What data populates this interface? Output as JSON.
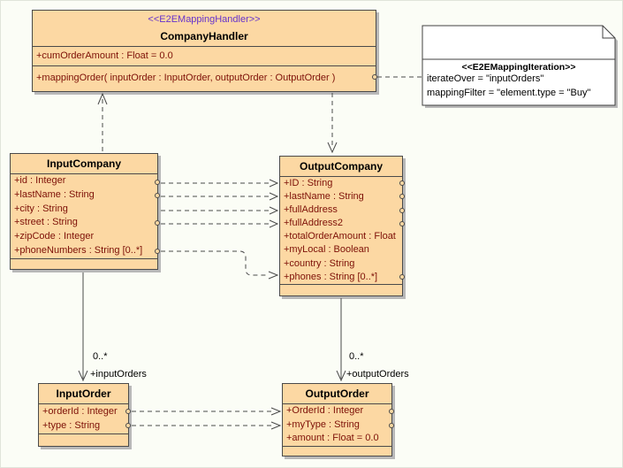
{
  "palette": {
    "background": "#fbfdf6",
    "class_fill": "#fcd8a3",
    "class_border": "#4a4a4a",
    "attribute_text": "#7d1007",
    "stereotype_text": "#6633cc",
    "connector": "#4a4a4a",
    "shadow": "#b8b8b8",
    "note_fill": "#ffffff"
  },
  "classes": {
    "companyHandler": {
      "stereotype": "<<E2EMappingHandler>>",
      "name": "CompanyHandler",
      "attributes": [
        "+cumOrderAmount : Float = 0.0"
      ],
      "operations": [
        "+mappingOrder( inputOrder : InputOrder, outputOrder : OutputOrder )"
      ]
    },
    "inputCompany": {
      "name": "InputCompany",
      "attributes": [
        "+id : Integer",
        "+lastName : String",
        "+city : String",
        "+street : String",
        "+zipCode : Integer",
        "+phoneNumbers : String [0..*]"
      ]
    },
    "outputCompany": {
      "name": "OutputCompany",
      "attributes": [
        "+ID : String",
        "+lastName : String",
        "+fullAddress",
        "+fullAddress2",
        "+totalOrderAmount : Float",
        "+myLocal : Boolean",
        "+country : String",
        "+phones : String [0..*]"
      ]
    },
    "inputOrder": {
      "name": "InputOrder",
      "attributes": [
        "+orderId : Integer",
        "+type : String"
      ]
    },
    "outputOrder": {
      "name": "OutputOrder",
      "attributes": [
        "+OrderId : Integer",
        "+myType : String",
        "+amount : Float = 0.0"
      ]
    }
  },
  "note": {
    "stereotype": "<<E2EMappingIteration>>",
    "properties": [
      "iterateOver = \"inputOrders\"",
      "mappingFilter = \"element.type = \"Buy\""
    ]
  },
  "associations": {
    "input_orders": {
      "multiplicity": "0..*",
      "role_label": "+inputOrders"
    },
    "output_orders": {
      "multiplicity": "0..*",
      "role_label": "+outputOrders"
    }
  }
}
